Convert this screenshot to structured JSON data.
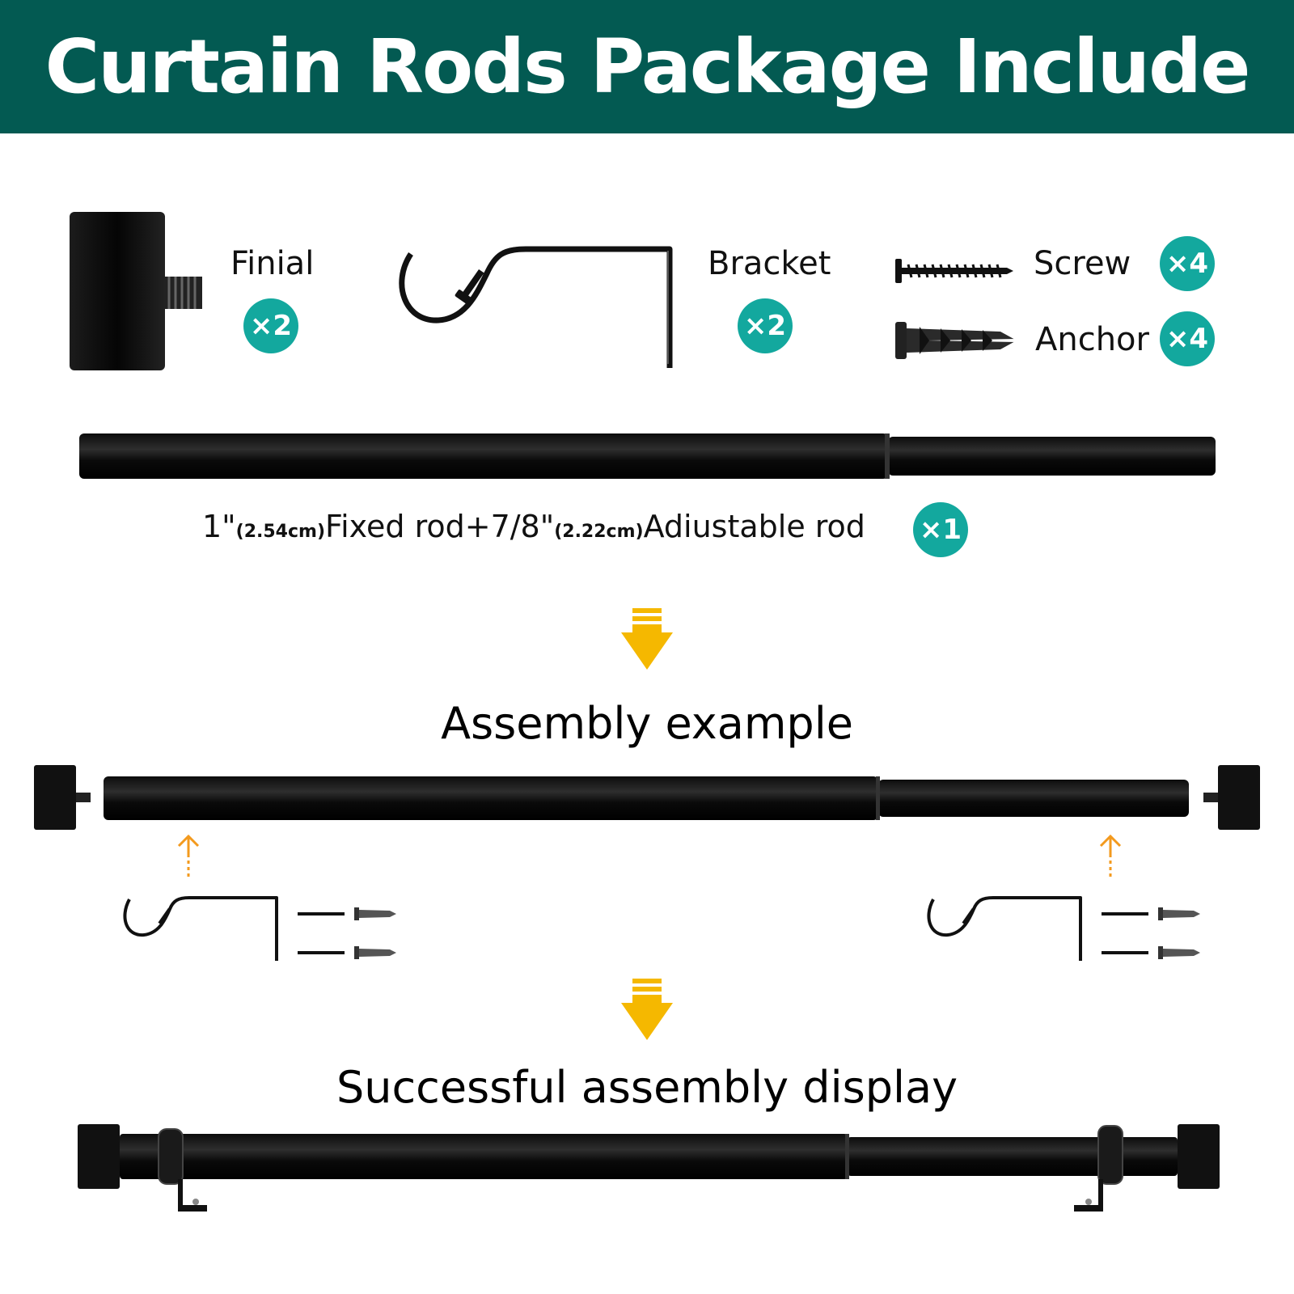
{
  "header": {
    "title": "Curtain Rods Package Include"
  },
  "colors": {
    "header_bg": "#035a52",
    "badge": "#13a89e",
    "arrow": "#f5b800",
    "up_arrow": "#f39a1e",
    "metal": "#111111"
  },
  "items": {
    "finial": {
      "label": "Finial",
      "qty": "×2"
    },
    "bracket": {
      "label": "Bracket",
      "qty": "×2"
    },
    "screw": {
      "label": "Screw",
      "qty": "×4"
    },
    "anchor": {
      "label": "Anchor",
      "qty": "×4"
    }
  },
  "rod": {
    "part1": "1\"",
    "part2": "(2.54cm)",
    "part3": "Fixed rod+7/8\"",
    "part4": "(2.22cm)",
    "part5": "Adiustable rod",
    "qty": "×1"
  },
  "sections": {
    "assembly": "Assembly example",
    "success": "Successful assembly display"
  },
  "icons": [
    "finial-icon",
    "bracket-icon",
    "screw-icon",
    "anchor-icon",
    "rod-icon",
    "down-arrow-icon",
    "up-arrow-icon"
  ]
}
